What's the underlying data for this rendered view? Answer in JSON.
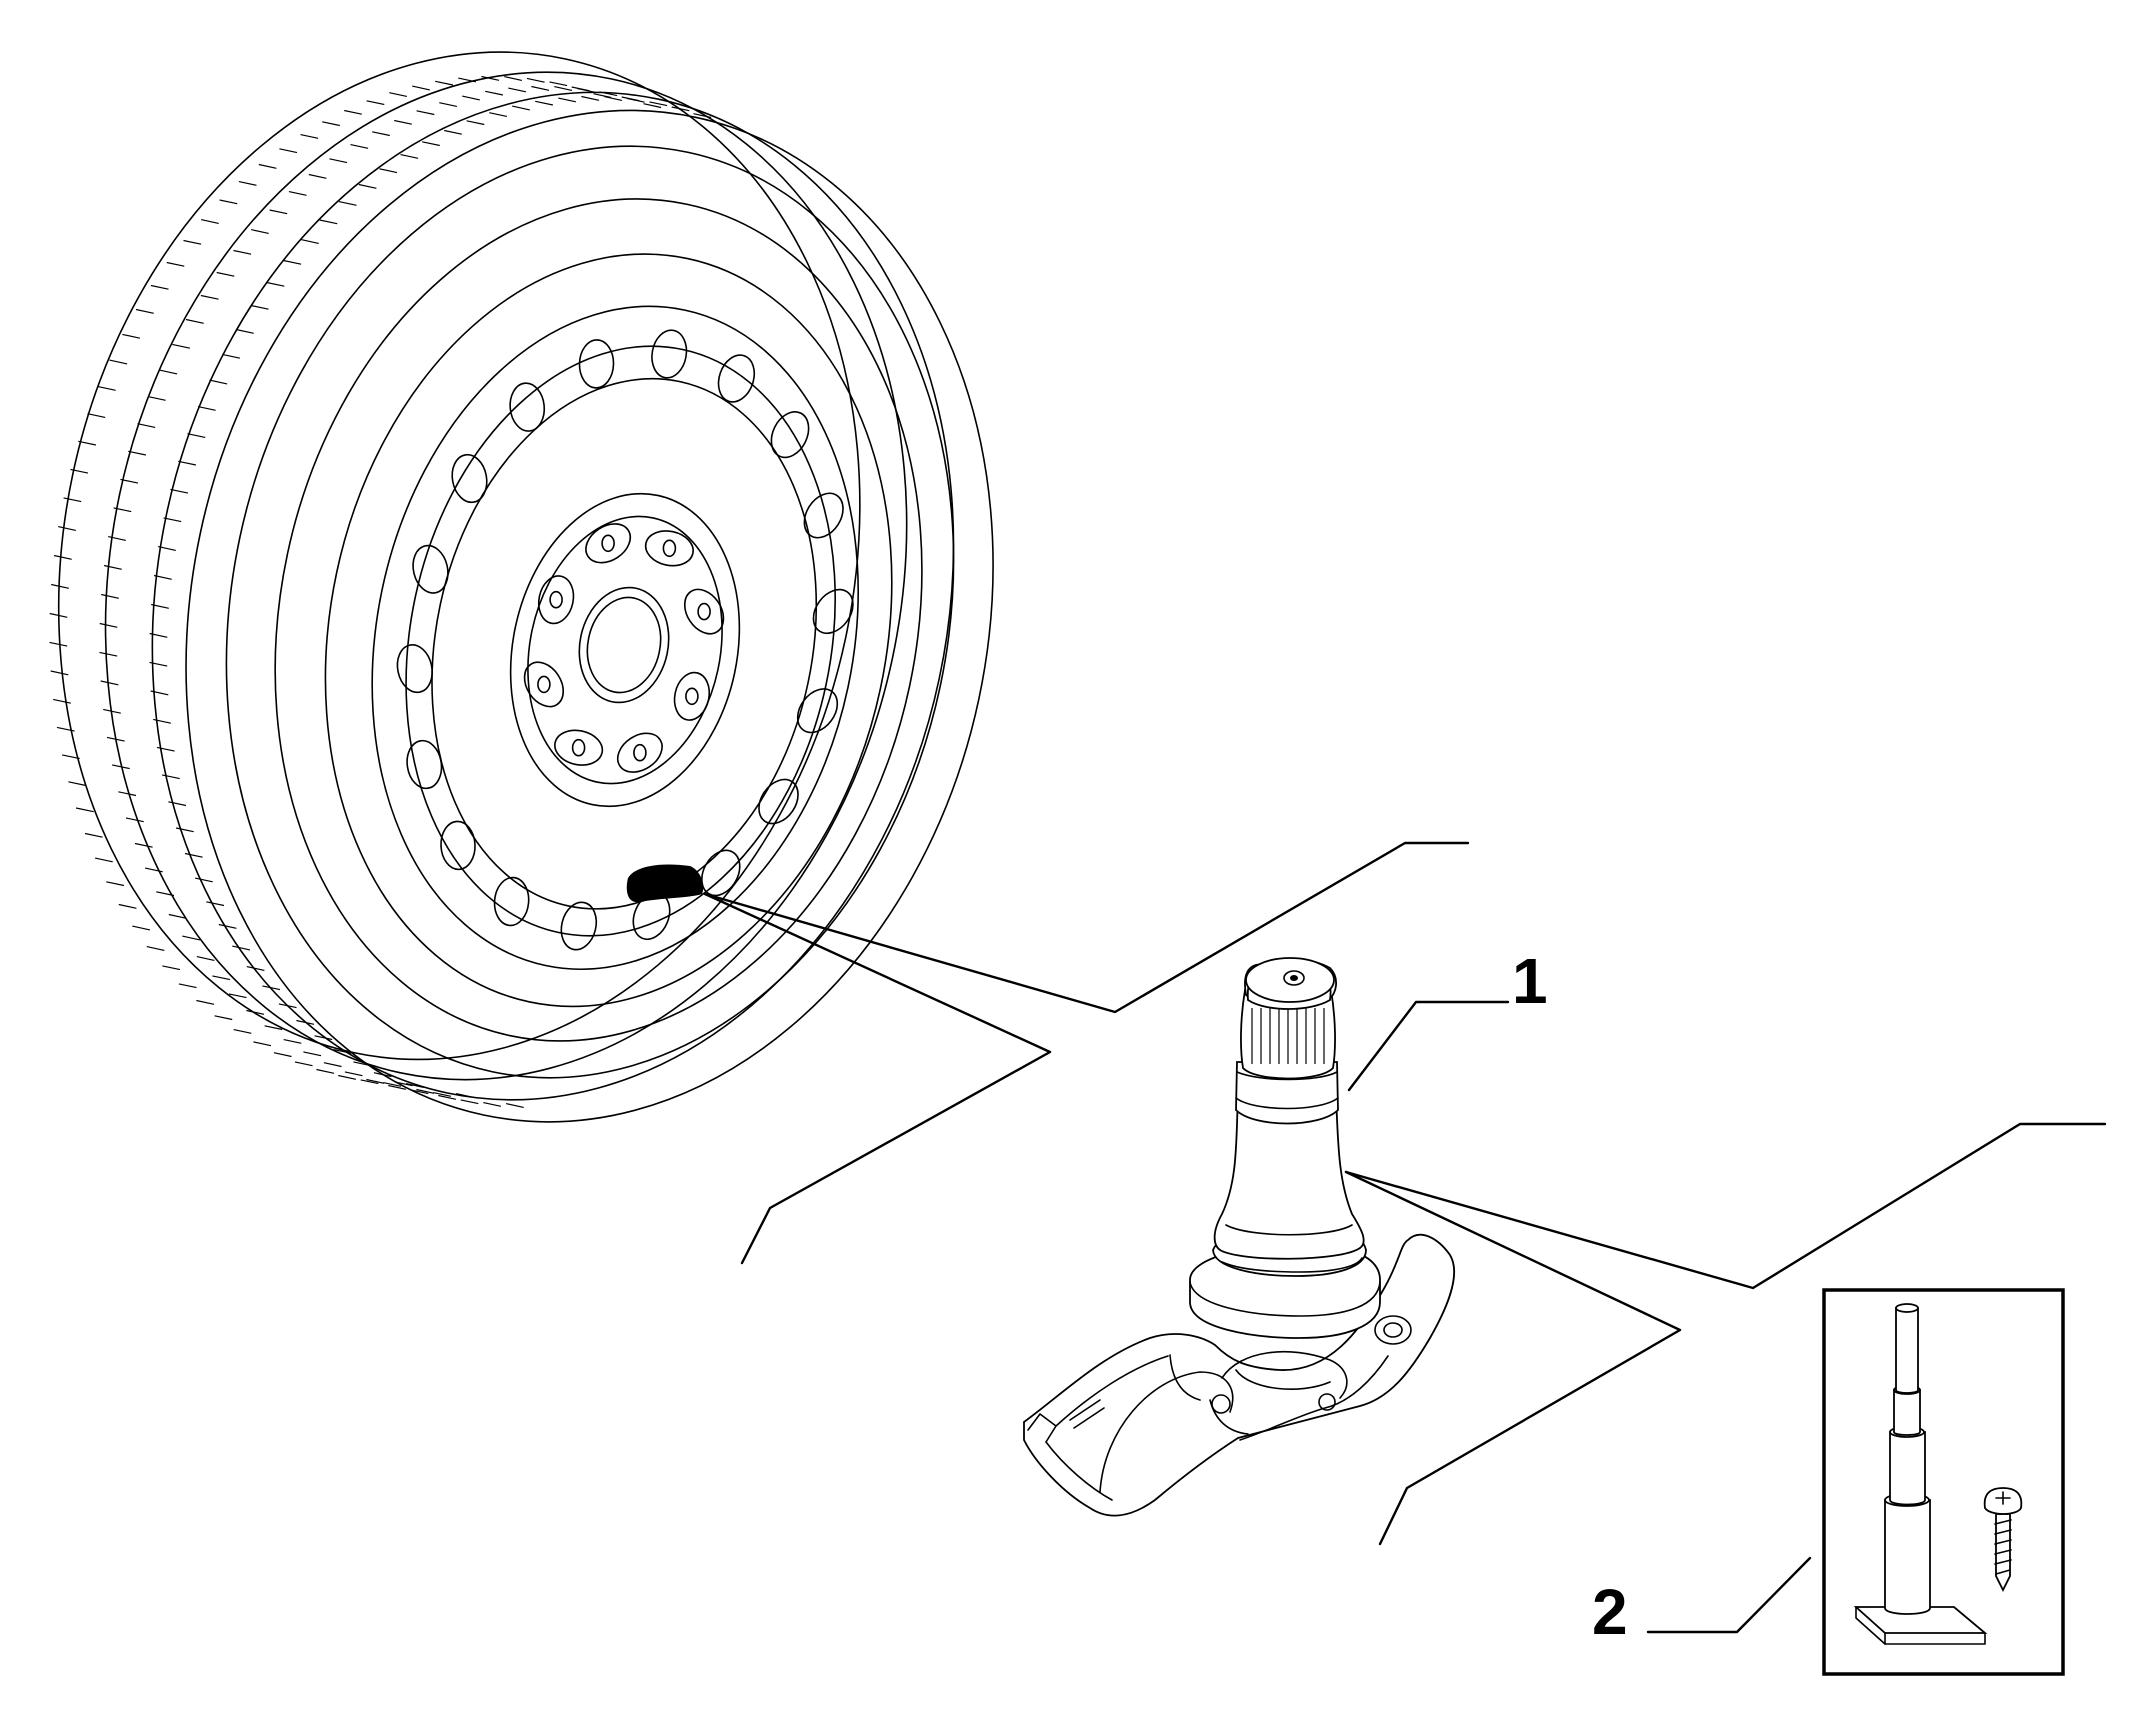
{
  "callouts": [
    {
      "number": "1",
      "part": "tpms-sensor-valve"
    },
    {
      "number": "2",
      "part": "valve-tool-kit"
    }
  ],
  "colors": {
    "line": "#000000",
    "background": "#ffffff"
  }
}
